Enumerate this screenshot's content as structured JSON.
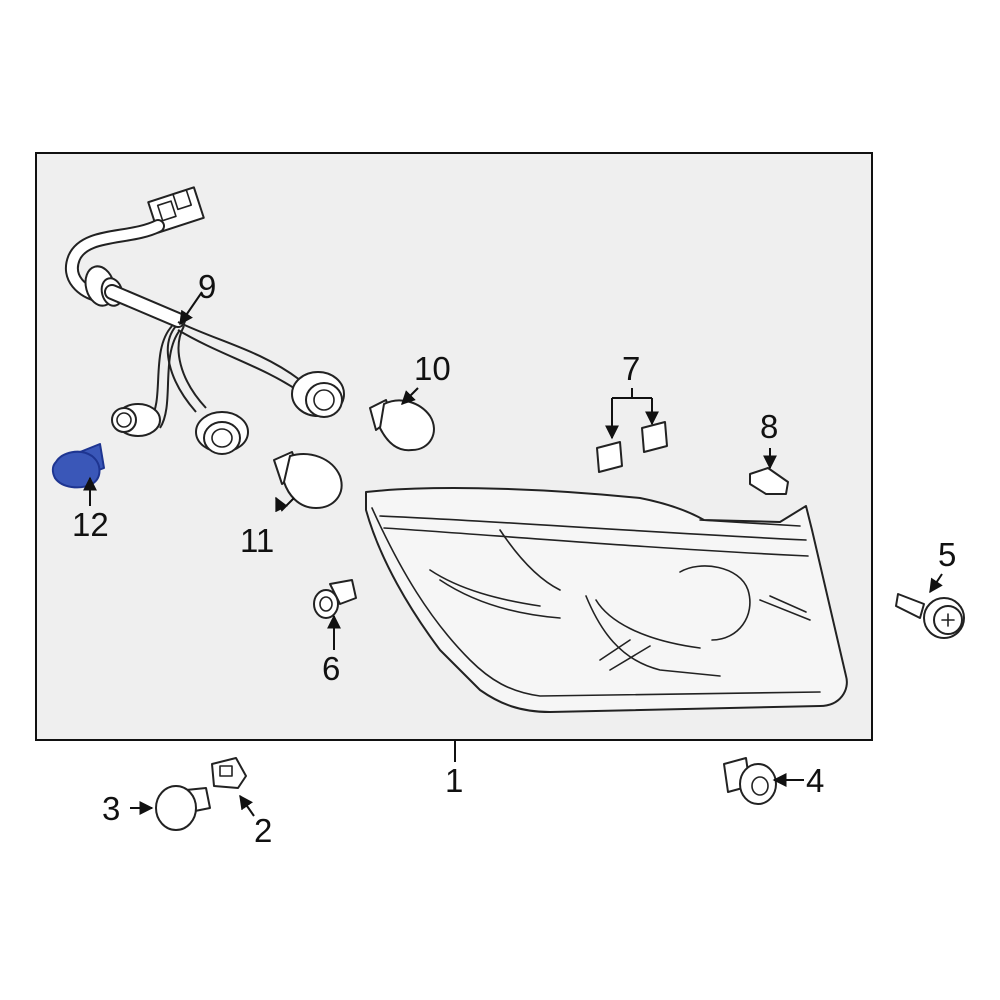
{
  "colors": {
    "background": "#ffffff",
    "box_fill": "#efefef",
    "outline": "#222222",
    "highlight": "#3a57b8",
    "highlight_dark": "#1e3591"
  },
  "callouts": {
    "p1": "1",
    "p2": "2",
    "p3": "3",
    "p4": "4",
    "p5": "5",
    "p6": "6",
    "p7": "7",
    "p8": "8",
    "p9": "9",
    "p10": "10",
    "p11": "11",
    "p12": "12"
  },
  "highlighted_part": "12"
}
